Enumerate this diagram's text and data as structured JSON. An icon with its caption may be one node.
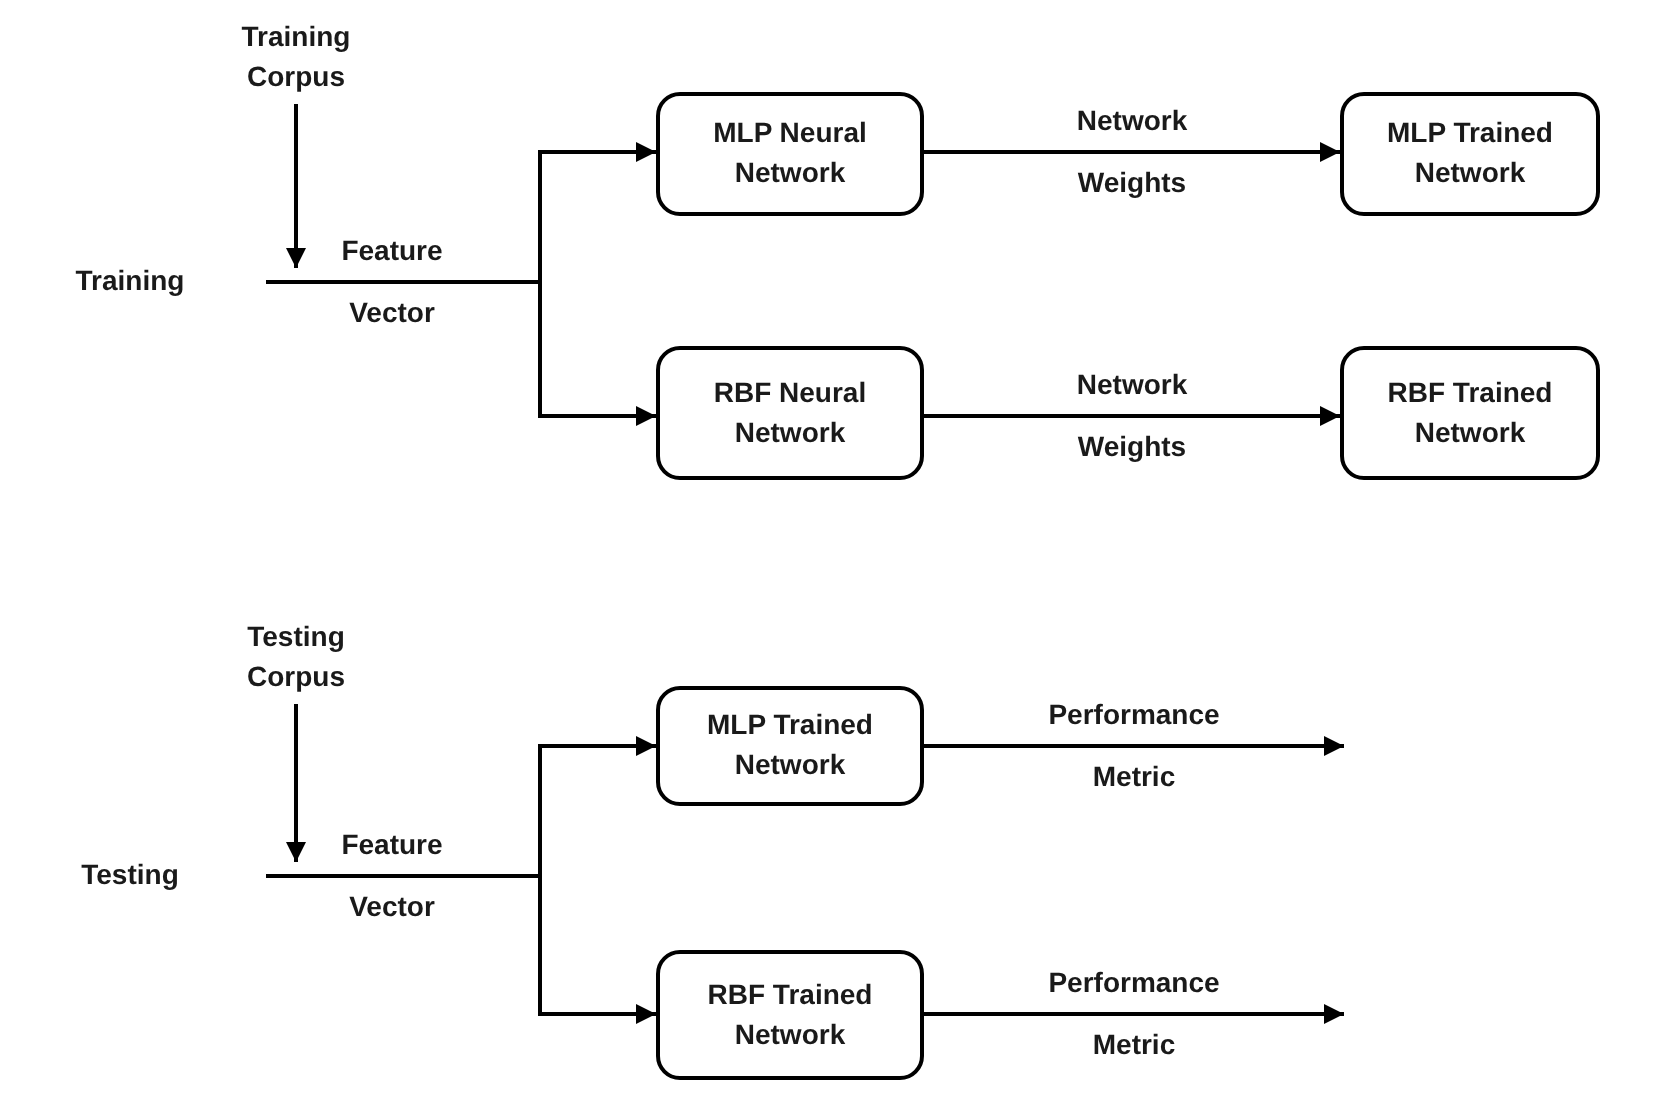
{
  "diagram": {
    "nodes": [
      {
        "text": [
          "Training Corpus"
        ]
      },
      {
        "text": [
          "MLP Neural Network"
        ]
      },
      {
        "text": [
          "MLP Trained Network"
        ]
      },
      {
        "text": [
          "RBF Neural Network"
        ]
      },
      {
        "text": [
          "RBF Trained Network"
        ]
      },
      {
        "text": [
          "Testing Corpus"
        ]
      },
      {
        "text": [
          "MLP Trained Network"
        ]
      },
      {
        "text": [
          "RBF Trained Network"
        ]
      }
    ],
    "edges": [
      {
        "from": 0,
        "to": null,
        "arrow": "to"
      },
      {
        "from": null,
        "to": 1,
        "arrow": "to"
      },
      {
        "from": null,
        "to": 3,
        "arrow": "to"
      },
      {
        "from": 1,
        "to": 2,
        "arrow": "to",
        "label": "Network Weights"
      },
      {
        "from": 3,
        "to": 4,
        "arrow": "to",
        "label": "Network Weights"
      },
      {
        "from": 5,
        "to": null,
        "arrow": "to"
      },
      {
        "from": null,
        "to": 6,
        "arrow": "to"
      },
      {
        "from": null,
        "to": 7,
        "arrow": "to"
      },
      {
        "from": 6,
        "to": null,
        "arrow": "to",
        "label": "Performance Metric"
      },
      {
        "from": 7,
        "to": null,
        "arrow": "to",
        "label": "Performance Metric"
      }
    ],
    "labels": [
      "Training",
      "Feature Vector",
      "Testing",
      "Feature Vector"
    ]
  }
}
